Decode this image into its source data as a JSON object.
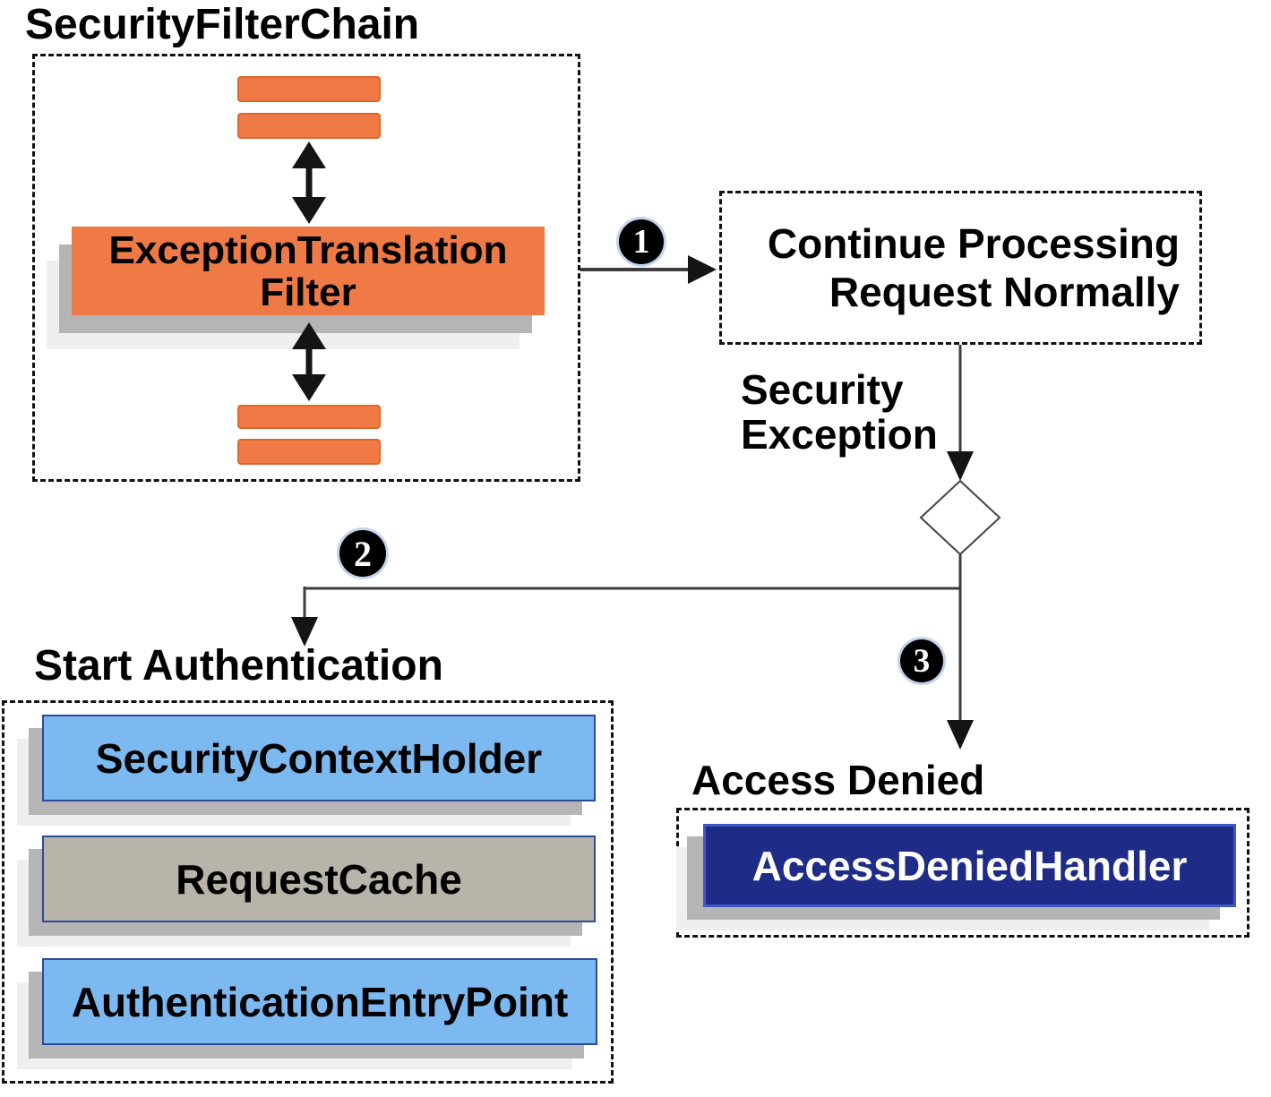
{
  "theme": {
    "orange": "#ef7a45",
    "orange_border": "#e2662b",
    "light_blue": "#7cb9f0",
    "blue_border": "#2d4a9b",
    "tan": "#b9b4a9",
    "navy": "#1e2c88",
    "navy_border": "#4157c8",
    "shadow": "#b5b5b5",
    "shadow_light": "#efefef"
  },
  "diagram": {
    "title": "SecurityFilterChain",
    "filter_chain": {
      "filter_line1": "ExceptionTranslation",
      "filter_line2": "Filter"
    },
    "continue_box": {
      "line1": "Continue Processing",
      "line2": "Request Normally"
    },
    "security_exception": {
      "line1": "Security",
      "line2": "Exception"
    },
    "badges": {
      "one": "1",
      "two": "2",
      "three": "3"
    },
    "start_authentication": {
      "label": "Start Authentication",
      "boxes": [
        {
          "label": "SecurityContextHolder"
        },
        {
          "label": "RequestCache"
        },
        {
          "label": "AuthenticationEntryPoint"
        }
      ]
    },
    "access_denied": {
      "label": "Access Denied",
      "handler": "AccessDeniedHandler"
    }
  }
}
